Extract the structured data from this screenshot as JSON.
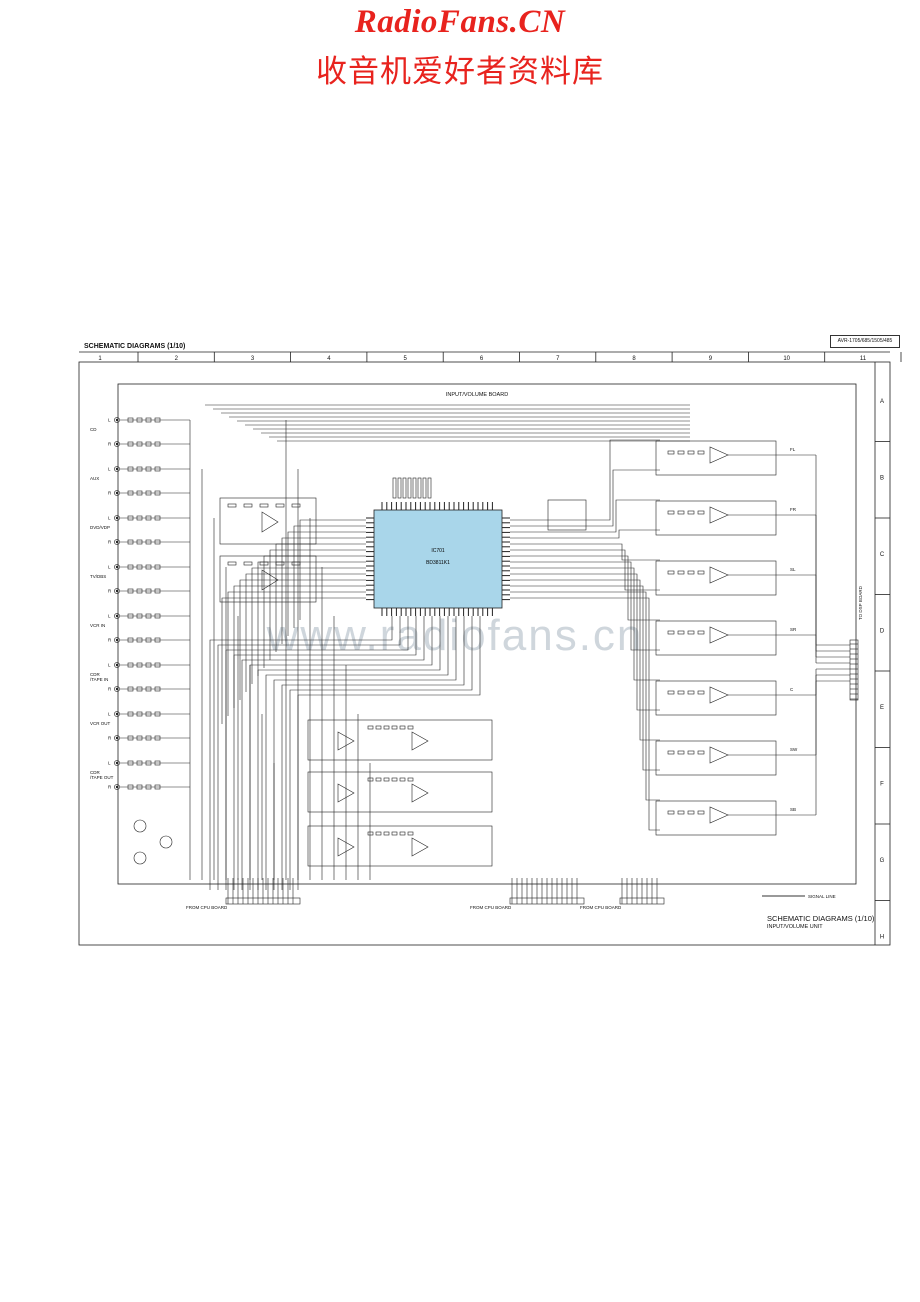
{
  "header": {
    "site_title": "RadioFans.CN",
    "site_subtitle": "收音机爱好者资料库"
  },
  "sheet": {
    "title": "SCHEMATIC DIAGRAMS (1/10)",
    "model": "AVR-1705/685/1505/485",
    "board_label": "INPUT/VOLUME BOARD",
    "columns": [
      "1",
      "2",
      "3",
      "4",
      "5",
      "6",
      "7",
      "8",
      "9",
      "10",
      "11"
    ],
    "rows": [
      "A",
      "B",
      "C",
      "D",
      "E",
      "F",
      "G",
      "H"
    ],
    "ic_label": "IC701",
    "ic_part": "BD3811K1",
    "watermark": "www.radiofans.cn",
    "to_board": "TO DSP BOARD",
    "from_cpu_label": "FROM CPU BOARD",
    "signal_line_label": "SIGNAL LINE",
    "footer_title": "SCHEMATIC DIAGRAMS (1/10)",
    "footer_sub": "INPUT/VOLUME UNIT"
  },
  "inputs": [
    {
      "label": "CD"
    },
    {
      "label": "AUX"
    },
    {
      "label": "DVD/VDP"
    },
    {
      "label": "TV/DBS"
    },
    {
      "label": "VCR IN"
    },
    {
      "label": "CDR\n/TAPE IN"
    },
    {
      "label": "VCR OUT"
    },
    {
      "label": "CDR\n/TAPE OUT"
    }
  ],
  "outputs": [
    {
      "label": "FL"
    },
    {
      "label": "FR"
    },
    {
      "label": "SL"
    },
    {
      "label": "SR"
    },
    {
      "label": "C"
    },
    {
      "label": "SW"
    },
    {
      "label": "SB"
    }
  ],
  "colors": {
    "banner": "#e8231e",
    "ic_fill": "#a9d6ea",
    "line": "#222222",
    "watermark": "#cfd6dc"
  }
}
